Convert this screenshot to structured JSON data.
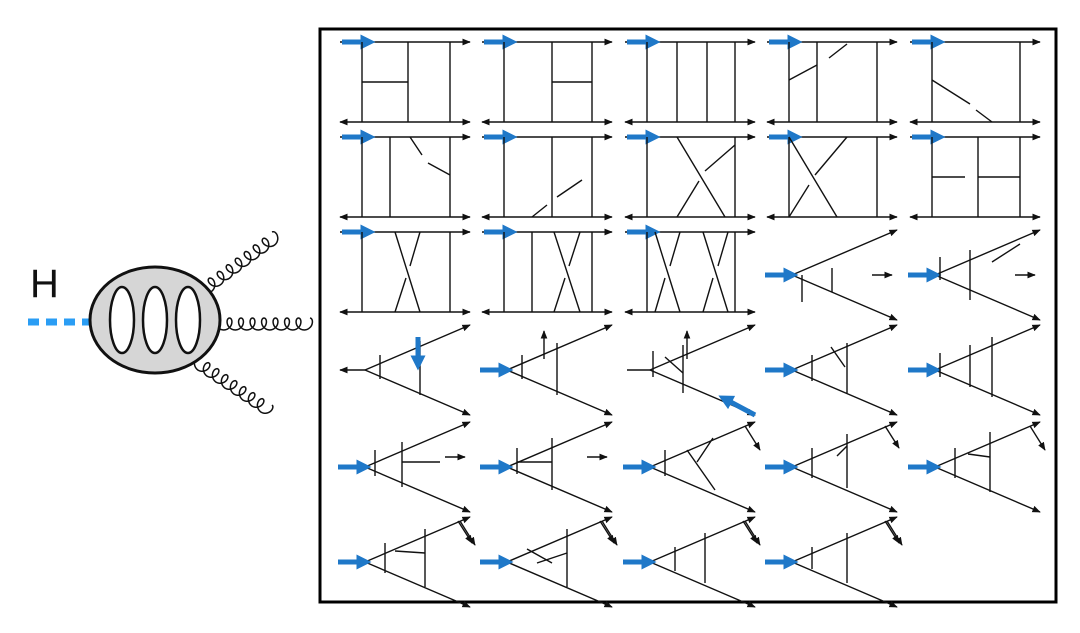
{
  "left_figure": {
    "particle_label": "H",
    "loop_count": 3,
    "gluon_count": 3
  },
  "diagram_grid": {
    "columns": 5,
    "rows": 6,
    "diagrams": [
      "box-ladder",
      "box-ladder",
      "box-ladder-3",
      "box-crossed",
      "box-crossed",
      "box-crossed",
      "box-crossed",
      "box-x",
      "box-x",
      "box-split",
      "box-twisted",
      "box-twisted",
      "box-double-twisted",
      "triangle",
      "triangle",
      "triangle-emission",
      "triangle",
      "triangle-emission",
      "triangle",
      "triangle",
      "triangle",
      "triangle",
      "triangle",
      "triangle",
      "triangle",
      "triangle",
      "triangle",
      "triangle",
      "triangle"
    ]
  },
  "colors": {
    "external_arrow": "#1f78c8",
    "higgs_line": "#2a9df4",
    "blob_fill": "#d6d6d6",
    "line": "#111111",
    "frame": "#000000"
  }
}
